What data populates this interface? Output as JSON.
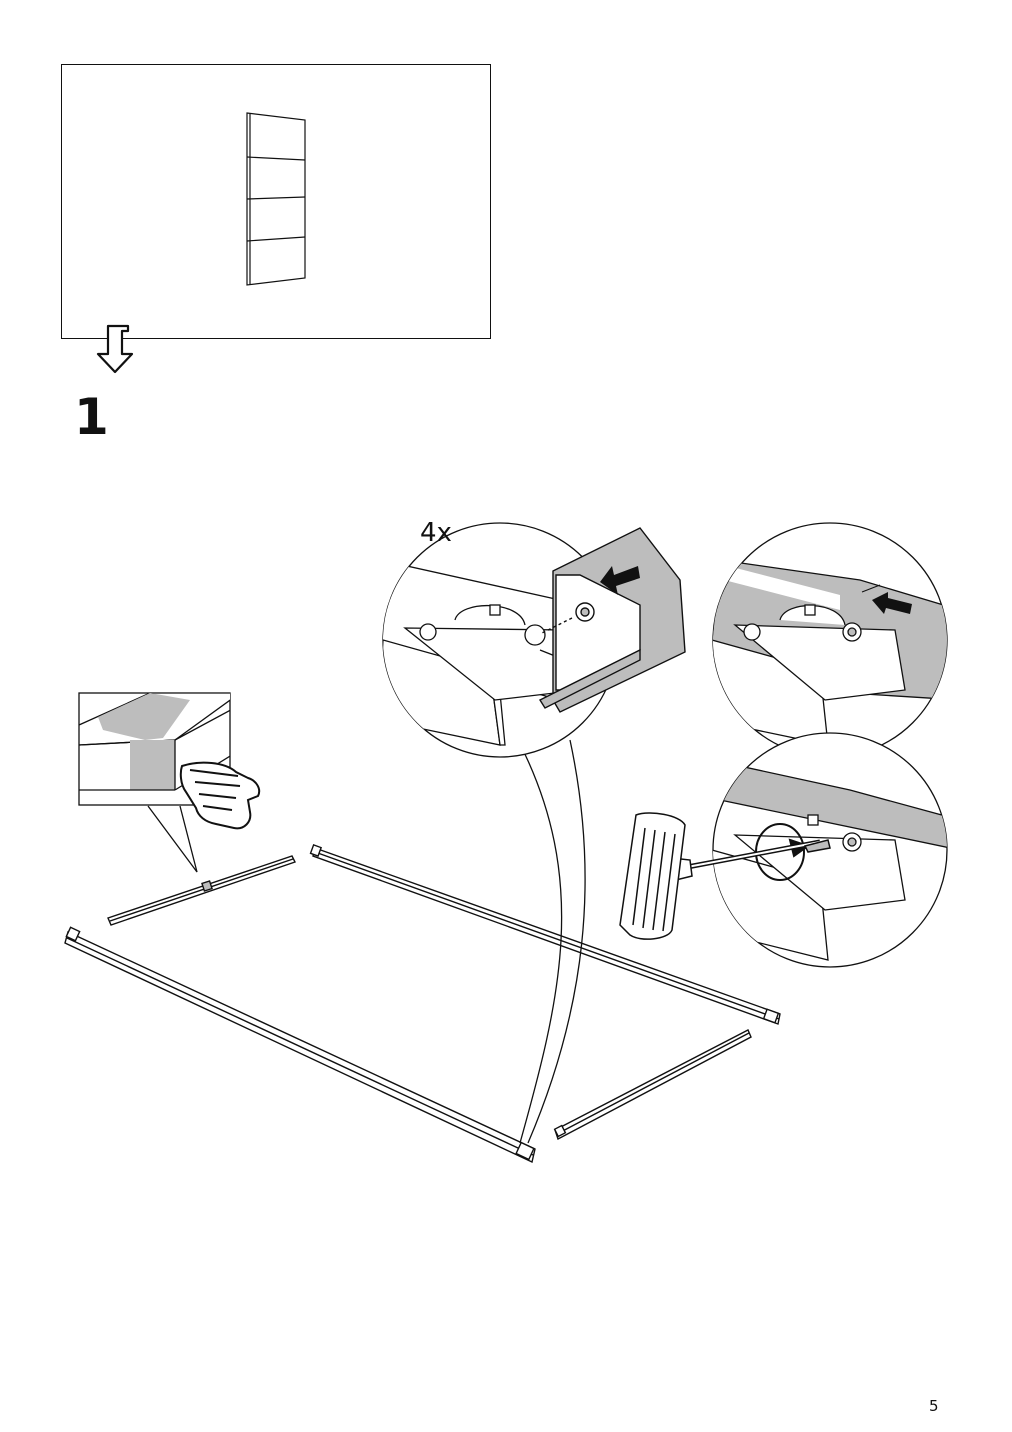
{
  "page": {
    "step_number": "1",
    "quantity_label": "4x",
    "page_number": "5"
  },
  "colors": {
    "line": "#111111",
    "gray_highlight": "#bdbdbd",
    "background": "#ffffff"
  },
  "icons": {
    "flip_arrow": "down-arrow-icon",
    "push_arrow": "left-arrow-icon",
    "rotate_arrow": "clockwise-arrow-icon"
  }
}
